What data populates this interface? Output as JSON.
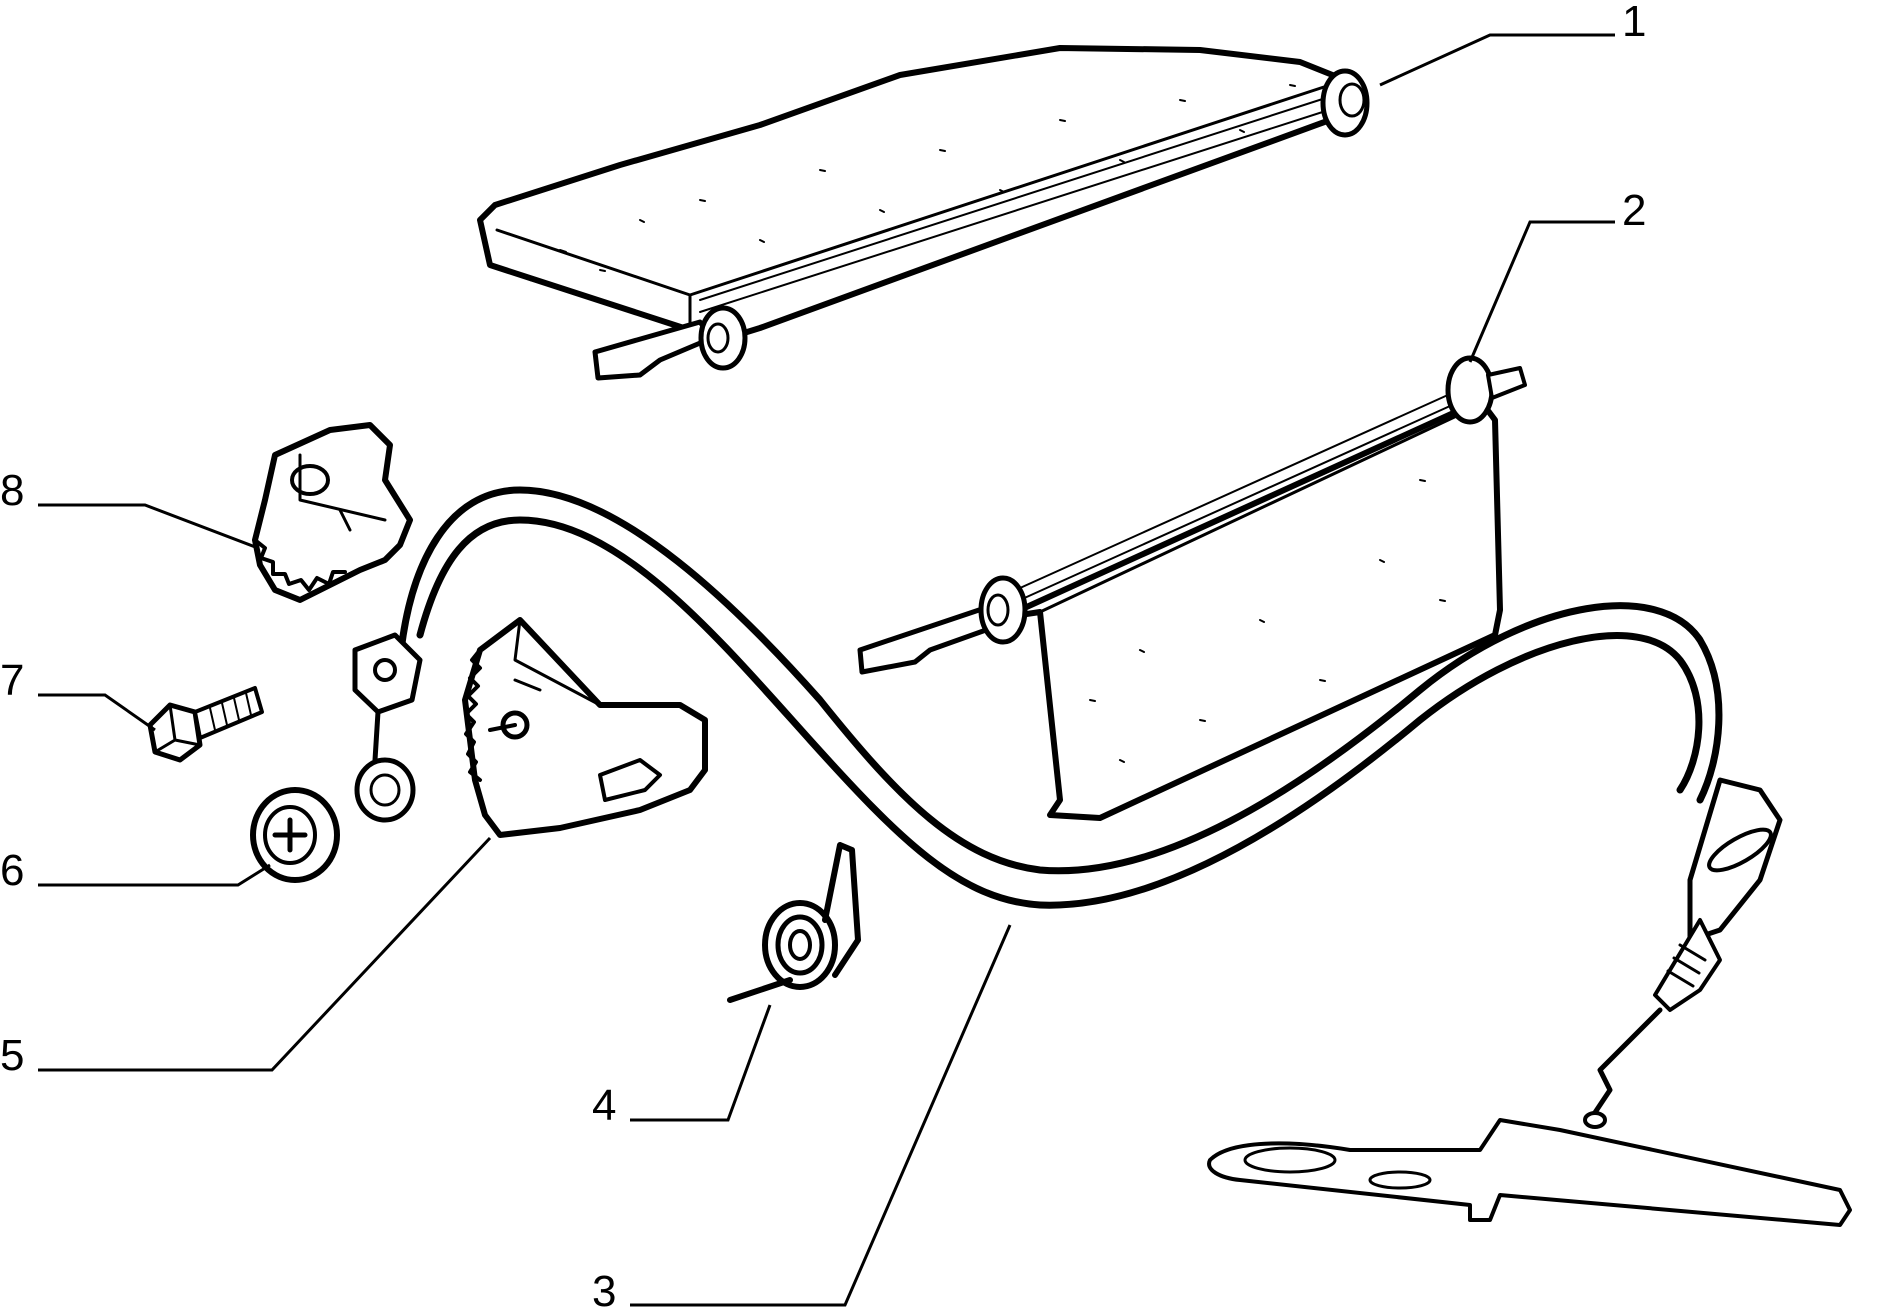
{
  "diagram": {
    "callouts": [
      {
        "id": "1",
        "label": "1"
      },
      {
        "id": "2",
        "label": "2"
      },
      {
        "id": "3",
        "label": "3"
      },
      {
        "id": "4",
        "label": "4"
      },
      {
        "id": "5",
        "label": "5"
      },
      {
        "id": "6",
        "label": "6"
      },
      {
        "id": "7",
        "label": "7"
      },
      {
        "id": "8",
        "label": "8"
      }
    ],
    "parts": [
      {
        "callout": "1",
        "icon": "flap-panel-upper"
      },
      {
        "callout": "2",
        "icon": "flap-panel-lower"
      },
      {
        "callout": "3",
        "icon": "control-cable"
      },
      {
        "callout": "4",
        "icon": "torsion-spring"
      },
      {
        "callout": "5",
        "icon": "toothed-sector-lever"
      },
      {
        "callout": "6",
        "icon": "phillips-screw"
      },
      {
        "callout": "7",
        "icon": "hex-bolt"
      },
      {
        "callout": "8",
        "icon": "toothed-sector-cover"
      }
    ],
    "line_color": "#000000",
    "background": "#ffffff"
  }
}
